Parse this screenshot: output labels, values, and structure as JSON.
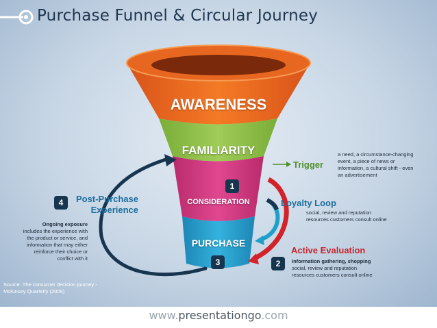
{
  "title": "Purchase Funnel & Circular Journey",
  "funnel": {
    "awareness": "AWARENESS",
    "familiarity": "FAMILIARITY",
    "consideration": "CONSIDERATION",
    "purchase": "PURCHASE"
  },
  "steps": {
    "n1": "1",
    "n2": "2",
    "n3": "3",
    "n4": "4"
  },
  "trigger": {
    "label": "Trigger",
    "desc_1": "a need, a circumstance-changing",
    "desc_2": "event, a piece of news or",
    "desc_3": "information, a cultural shift - even",
    "desc_4": "an advertisement"
  },
  "loyalty": {
    "label": "Loyalty Loop",
    "desc_1": "social, review and reputation",
    "desc_2": "resources customers consult online"
  },
  "active": {
    "label": "Active Evaluation",
    "desc_bold": "Information gathering, shopping",
    "desc_2": "social, review and reputation",
    "desc_3": "resources customers consult online"
  },
  "post": {
    "label_1": "Post-Purchase",
    "label_2": "Experience",
    "desc_bold": "Ongoing exposure",
    "desc_1": "includes the experience with",
    "desc_2": "the product or service, and",
    "desc_3": "information that may either",
    "desc_4": "reinforce their choice or",
    "desc_5": "conflict with it"
  },
  "source": {
    "line_1": "Source: The consumer decision journey -",
    "line_2": "McKinsey Quarterly (2009)"
  },
  "footer": {
    "prefix": "www.",
    "brand": "presentationgo",
    "suffix": ".com"
  },
  "colors": {
    "awareness": "#ee6b1f",
    "familiarity": "#8fc04a",
    "consideration": "#d43b83",
    "purchase": "#2aa2cf",
    "dark_navy": "#17354f",
    "red": "#d2232a",
    "teal": "#1e9fcc"
  }
}
